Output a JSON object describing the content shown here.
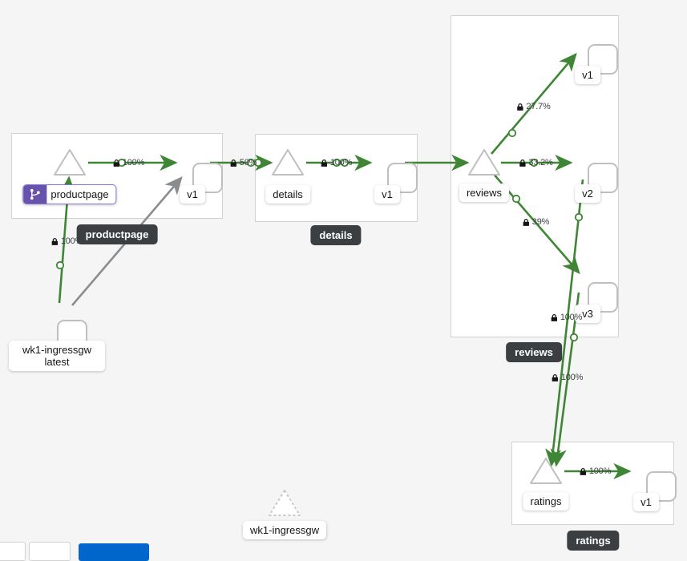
{
  "canvas": {
    "background": "#f5f5f5",
    "edge_color_healthy": "#3e8635",
    "edge_color_idle": "#8a8d90",
    "node_border": "#bfbfbf",
    "group_border": "#d2d2d2",
    "badge_color": "#6753ac",
    "label_dark": "#3c3f42"
  },
  "groups": [
    {
      "id": "productpage",
      "label": "productpage"
    },
    {
      "id": "details",
      "label": "details"
    },
    {
      "id": "reviews",
      "label": "reviews"
    },
    {
      "id": "ratings",
      "label": "ratings"
    }
  ],
  "nodes": [
    {
      "id": "pp-app",
      "label": "productpage",
      "shape": "triangle",
      "badge": "virtual-service"
    },
    {
      "id": "pp-v1",
      "label": "v1",
      "shape": "rounded-square"
    },
    {
      "id": "det-app",
      "label": "details",
      "shape": "triangle"
    },
    {
      "id": "det-v1",
      "label": "v1",
      "shape": "rounded-square"
    },
    {
      "id": "rev-app",
      "label": "reviews",
      "shape": "triangle"
    },
    {
      "id": "rev-v1",
      "label": "v1",
      "shape": "rounded-square"
    },
    {
      "id": "rev-v2",
      "label": "v2",
      "shape": "rounded-square"
    },
    {
      "id": "rev-v3",
      "label": "v3",
      "shape": "rounded-square"
    },
    {
      "id": "rat-app",
      "label": "ratings",
      "shape": "triangle"
    },
    {
      "id": "rat-v1",
      "label": "v1",
      "shape": "rounded-square"
    },
    {
      "id": "ingress-wl",
      "label": "wk1-ingressgw\nlatest",
      "line1": "wk1-ingressgw",
      "line2": "latest",
      "shape": "rounded-square"
    },
    {
      "id": "ingress-app",
      "label": "wk1-ingressgw",
      "shape": "triangle-dashed"
    }
  ],
  "edges": [
    {
      "id": "e-pp-app-v1",
      "from": "pp-app",
      "to": "pp-v1",
      "pct": "100%",
      "mtls": true,
      "status": "healthy"
    },
    {
      "id": "e-pp-det",
      "from": "pp-v1",
      "to": "det-app",
      "pct": "50%",
      "mtls": true,
      "status": "healthy"
    },
    {
      "id": "e-det-v1",
      "from": "det-app",
      "to": "det-v1",
      "pct": "100%",
      "mtls": true,
      "status": "healthy"
    },
    {
      "id": "e-det-rev",
      "from": "det-v1",
      "to": "rev-app",
      "pct": "",
      "mtls": false,
      "status": "healthy"
    },
    {
      "id": "e-rev-v1",
      "from": "rev-app",
      "to": "rev-v1",
      "pct": "27.7%",
      "mtls": true,
      "status": "healthy"
    },
    {
      "id": "e-rev-v2",
      "from": "rev-app",
      "to": "rev-v2",
      "pct": "33.2%",
      "mtls": true,
      "status": "healthy"
    },
    {
      "id": "e-rev-v3",
      "from": "rev-app",
      "to": "rev-v3",
      "pct": "39%",
      "mtls": true,
      "status": "healthy"
    },
    {
      "id": "e-v2-rat",
      "from": "rev-v2",
      "to": "rat-app",
      "pct": "100%",
      "mtls": true,
      "status": "healthy"
    },
    {
      "id": "e-v3-rat",
      "from": "rev-v3",
      "to": "rat-app",
      "pct": "100%",
      "mtls": true,
      "status": "healthy"
    },
    {
      "id": "e-rat-v1",
      "from": "rat-app",
      "to": "rat-v1",
      "pct": "100%",
      "mtls": true,
      "status": "healthy"
    },
    {
      "id": "e-ing-pp-app",
      "from": "ingress-wl",
      "to": "pp-app",
      "pct": "100%",
      "mtls": true,
      "status": "healthy"
    },
    {
      "id": "e-ing-pp-v1",
      "from": "ingress-wl",
      "to": "pp-v1",
      "pct": "",
      "mtls": false,
      "status": "idle"
    }
  ],
  "toolbar": {
    "zoom_out_label": "",
    "reset_label": "",
    "primary_label": ""
  }
}
